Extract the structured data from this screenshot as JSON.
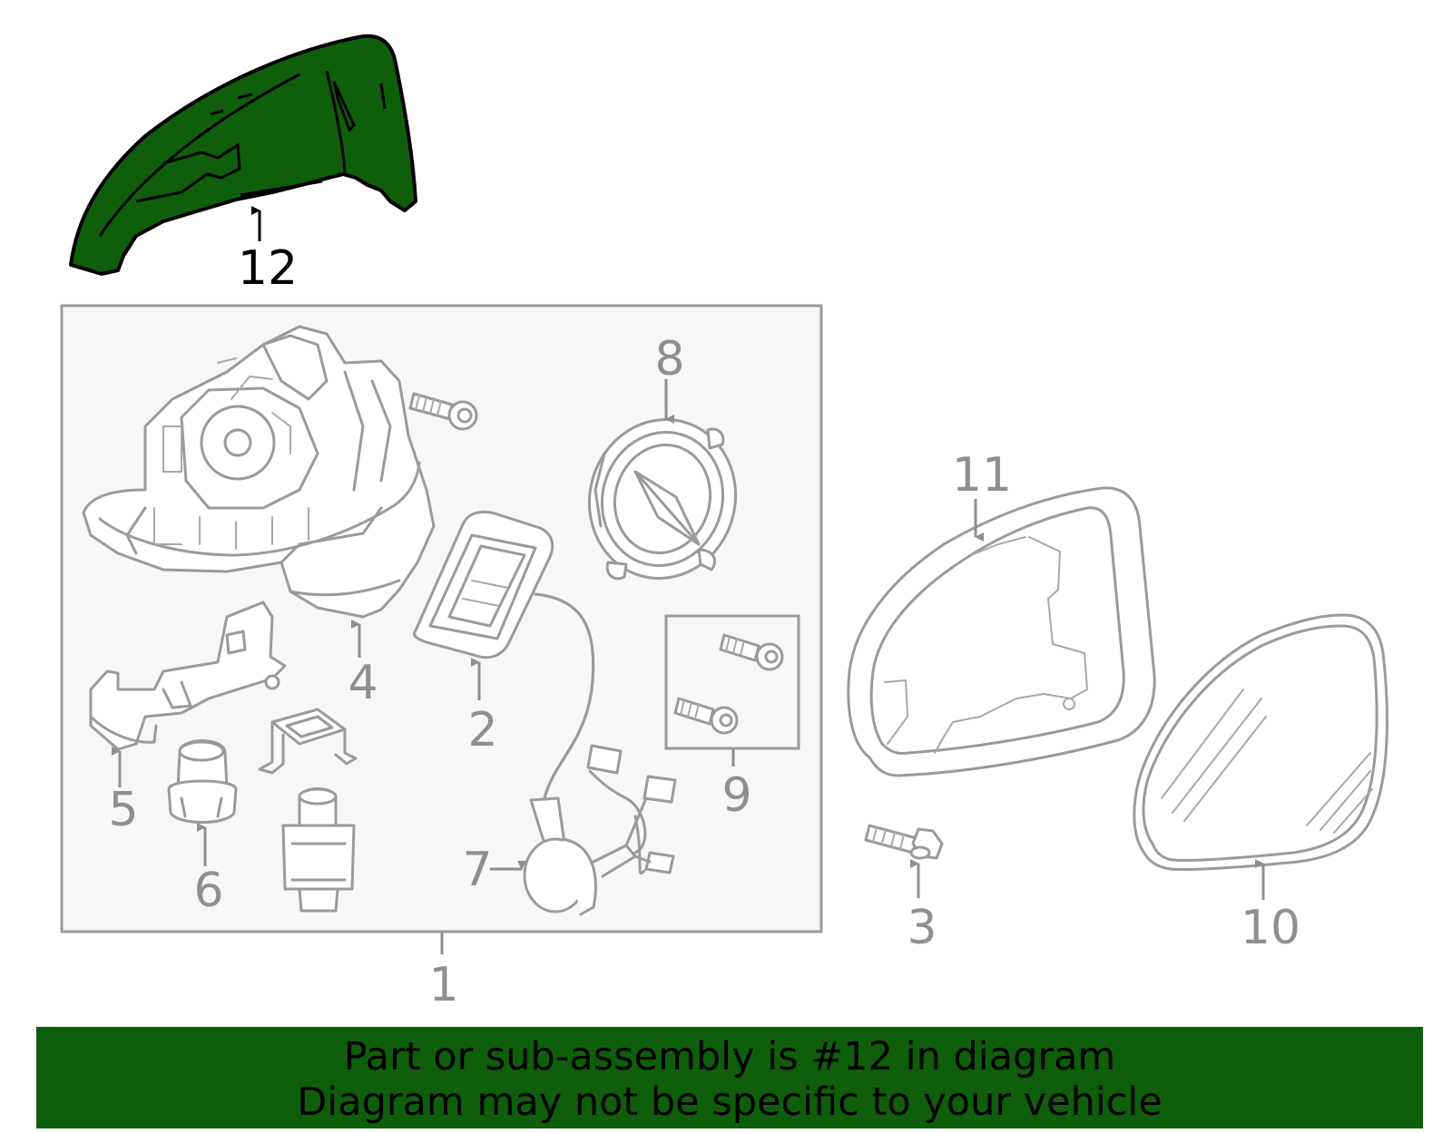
{
  "highlight_color": "#0f5e0b",
  "highlighted_part": "12",
  "callouts": {
    "c1": "1",
    "c2": "2",
    "c3": "3",
    "c4": "4",
    "c5": "5",
    "c6": "6",
    "c7": "7",
    "c8": "8",
    "c9": "9",
    "c10": "10",
    "c11": "11",
    "c12": "12"
  },
  "banner": {
    "line1": "Part or sub-assembly is #12 in diagram",
    "line2": "Diagram may not be specific to your vehicle"
  }
}
